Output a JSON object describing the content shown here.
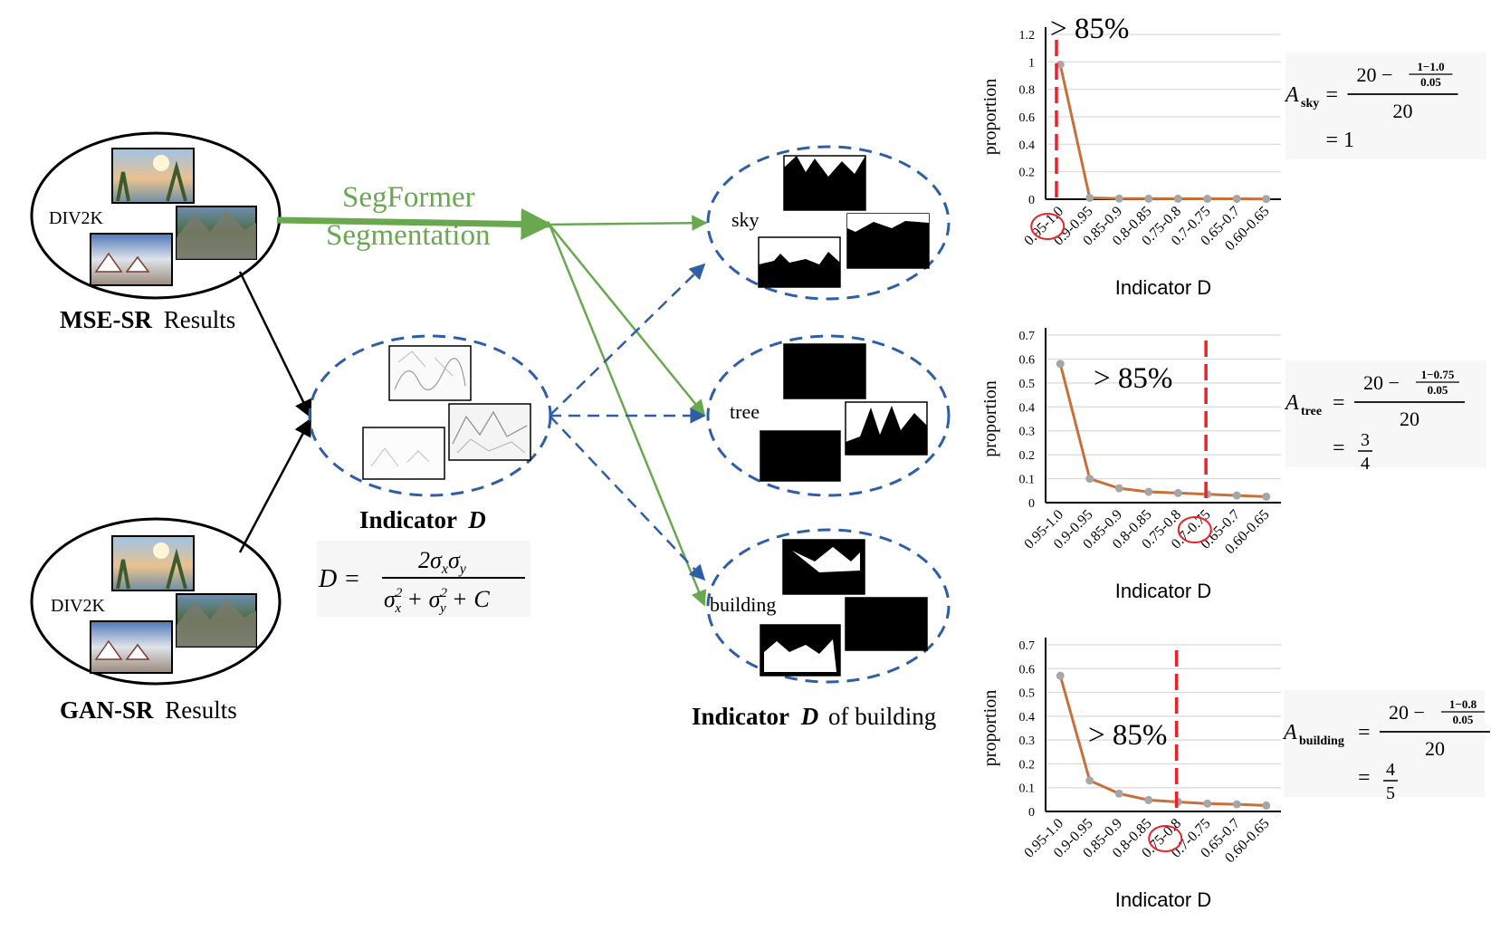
{
  "left": {
    "dataset_label_top": "DIV2K",
    "dataset_label_bottom": "DIV2K",
    "mse_title_bold": "MSE-SR",
    "mse_title_rest": "Results",
    "gan_title_bold": "GAN-SR",
    "gan_title_rest": "Results"
  },
  "segformer": {
    "line1": "SegFormer",
    "line2": "Segmentation",
    "color": "#6aa84f"
  },
  "indicator": {
    "title_word": "Indicator",
    "title_symbol": "D",
    "formula_lhs": "D =",
    "formula_num": "2σ",
    "formula_num_sub1": "x",
    "formula_num_sigma2": "σ",
    "formula_num_sub2": "y",
    "formula_den_a": "σ",
    "formula_den_a_sub": "x",
    "formula_den_a_sup": "2",
    "formula_den_plus1": "+",
    "formula_den_b": "σ",
    "formula_den_b_sub": "y",
    "formula_den_b_sup": "2",
    "formula_den_plus2": "+",
    "formula_den_c": "C"
  },
  "classes": {
    "sky": "sky",
    "tree": "tree",
    "building": "building"
  },
  "bottom_caption": {
    "word": "Indicator",
    "symbol": "D",
    "rest": "of building"
  },
  "colors": {
    "dashed_blue": "#2e5ea8",
    "line_orange": "#c8703a",
    "marker_gray": "#a6a6a6",
    "threshold_red": "#e8242a"
  },
  "chart_data": [
    {
      "type": "line",
      "categories": [
        "0.95-1.0",
        "0.9-0.95",
        "0.85-0.9",
        "0.8-0.85",
        "0.75-0.8",
        "0.7-0.75",
        "0.65-0.7",
        "0.60-0.65"
      ],
      "values": [
        0.98,
        0.01,
        0.005,
        0.004,
        0.004,
        0.003,
        0.003,
        0.002
      ],
      "xlabel": "Indicator D",
      "ylabel": "proportion",
      "ylim": [
        0,
        1.2
      ],
      "yticks": [
        "0",
        "0.2",
        "0.4",
        "0.6",
        "0.8",
        "1",
        "1.2"
      ],
      "threshold_category_index": 0,
      "circled_text": "1.0",
      "annotation": "> 85%",
      "formula": {
        "lhs_symbol": "A",
        "lhs_sub": "sky",
        "num_a": "20 −",
        "num_frac_top": "1−1.0",
        "num_frac_bot": "0.05",
        "den": "20",
        "result_eq": "= 1",
        "result_num": "",
        "result_den": ""
      }
    },
    {
      "type": "line",
      "categories": [
        "0.95-1.0",
        "0.9-0.95",
        "0.85-0.9",
        "0.8-0.85",
        "0.75-0.8",
        "0.7-0.75",
        "0.65-0.7",
        "0.60-0.65"
      ],
      "values": [
        0.58,
        0.1,
        0.06,
        0.045,
        0.04,
        0.035,
        0.03,
        0.025
      ],
      "xlabel": "Indicator D",
      "ylabel": "proportion",
      "ylim": [
        0,
        0.7
      ],
      "yticks": [
        "0",
        "0.1",
        "0.2",
        "0.3",
        "0.4",
        "0.5",
        "0.6",
        "0.7"
      ],
      "threshold_category_index": 5,
      "circled_text": "0.75",
      "annotation": "> 85%",
      "formula": {
        "lhs_symbol": "A",
        "lhs_sub": "tree",
        "num_a": "20 −",
        "num_frac_top": "1−0.75",
        "num_frac_bot": "0.05",
        "den": "20",
        "result_eq": "=",
        "result_num": "3",
        "result_den": "4"
      }
    },
    {
      "type": "line",
      "categories": [
        "0.95-1.0",
        "0.9-0.95",
        "0.85-0.9",
        "0.8-0.85",
        "0.75-0.8",
        "0.7-0.75",
        "0.65-0.7",
        "0.60-0.65"
      ],
      "values": [
        0.57,
        0.13,
        0.075,
        0.048,
        0.04,
        0.033,
        0.03,
        0.025
      ],
      "xlabel": "Indicator D",
      "ylabel": "proportion",
      "ylim": [
        0,
        0.7
      ],
      "yticks": [
        "0",
        "0.1",
        "0.2",
        "0.3",
        "0.4",
        "0.5",
        "0.6",
        "0.7"
      ],
      "threshold_category_index": 4,
      "circled_text": "0.8",
      "annotation": "> 85%",
      "formula": {
        "lhs_symbol": "A",
        "lhs_sub": "building",
        "num_a": "20 −",
        "num_frac_top": "1−0.8",
        "num_frac_bot": "0.05",
        "den": "20",
        "result_eq": "=",
        "result_num": "4",
        "result_den": "5"
      }
    }
  ]
}
